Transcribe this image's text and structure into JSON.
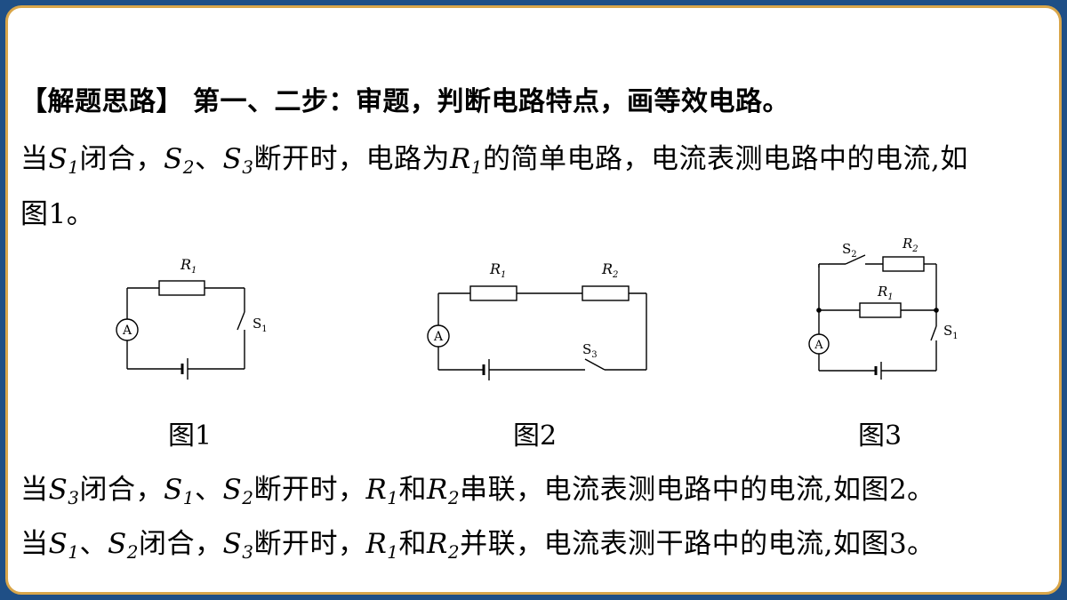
{
  "heading": "【解题思路】 第一、二步：审题，判断电路特点，画等效电路。",
  "para1": {
    "a": "当",
    "s1": "S",
    "s1_sub": "1",
    "b": "闭合，",
    "s2": "S",
    "s2_sub": "2",
    "c": "、",
    "s3": "S",
    "s3_sub": "3",
    "d": "断开时，电路为",
    "r1": "R",
    "r1_sub": "1",
    "e": "的简单电路，电流表测电路中的电流,如",
    "f": "图1。"
  },
  "para2": {
    "a": "当",
    "s3": "S",
    "s3_sub": "3",
    "b": "闭合，",
    "s1": "S",
    "s1_sub": "1",
    "c": "、",
    "s2": "S",
    "s2_sub": "2",
    "d": "断开时，",
    "r1": "R",
    "r1_sub": "1",
    "e": "和",
    "r2": "R",
    "r2_sub": "2",
    "f": "串联，电流表测电路中的电流,如图2。"
  },
  "para3": {
    "a": "当",
    "s1": "S",
    "s1_sub": "1",
    "b": "、",
    "s2": "S",
    "s2_sub": "2",
    "c": "闭合，",
    "s3": "S",
    "s3_sub": "3",
    "d": "断开时，",
    "r1": "R",
    "r1_sub": "1",
    "e": "和",
    "r2": "R",
    "r2_sub": "2",
    "f": "并联，电流表测干路中的电流,如图3。"
  },
  "figures": {
    "fig1": {
      "caption": "图1",
      "r1": "R",
      "r1_sub": "1",
      "switch": "S",
      "switch_sub": "1",
      "meter": "A"
    },
    "fig2": {
      "caption": "图2",
      "r1": "R",
      "r1_sub": "1",
      "r2": "R",
      "r2_sub": "2",
      "switch": "S",
      "switch_sub": "3",
      "meter": "A"
    },
    "fig3": {
      "caption": "图3",
      "r1": "R",
      "r1_sub": "1",
      "r2": "R",
      "r2_sub": "2",
      "switch_a": "S",
      "switch_a_sub": "2",
      "switch_b": "S",
      "switch_b_sub": "1",
      "meter": "A"
    }
  },
  "colors": {
    "outer": "#1f4f86",
    "border": "#d9a64a",
    "panel": "#ffffff",
    "text": "#000000"
  }
}
